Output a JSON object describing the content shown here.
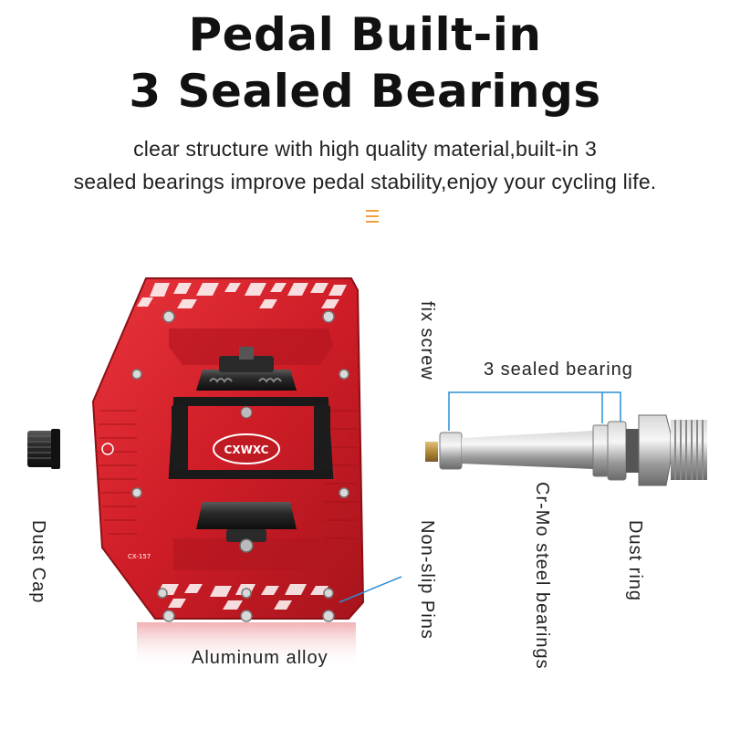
{
  "headline": {
    "line1": "Pedal Built-in",
    "line2": "3 Sealed Bearings"
  },
  "description": {
    "line1": "clear structure with high quality material,built-in 3",
    "line2": "sealed bearings improve pedal stability,enjoy your cycling life."
  },
  "labels": {
    "fix_screw": "fix screw",
    "sealed_bearing": "3 sealed bearing",
    "dust_cap": "Dust Cap",
    "non_slip_pins": "Non-slip Pins",
    "crmo": "Cr-Mo steel bearings",
    "dust_ring": "Dust ring",
    "aluminum": "Aluminum alloy"
  },
  "product": {
    "brand": "CXWXC",
    "model": "CX-157"
  },
  "colors": {
    "pedal_red": "#d8202a",
    "accent_orange": "#f0a040",
    "callout_blue": "#2a8fd6"
  }
}
